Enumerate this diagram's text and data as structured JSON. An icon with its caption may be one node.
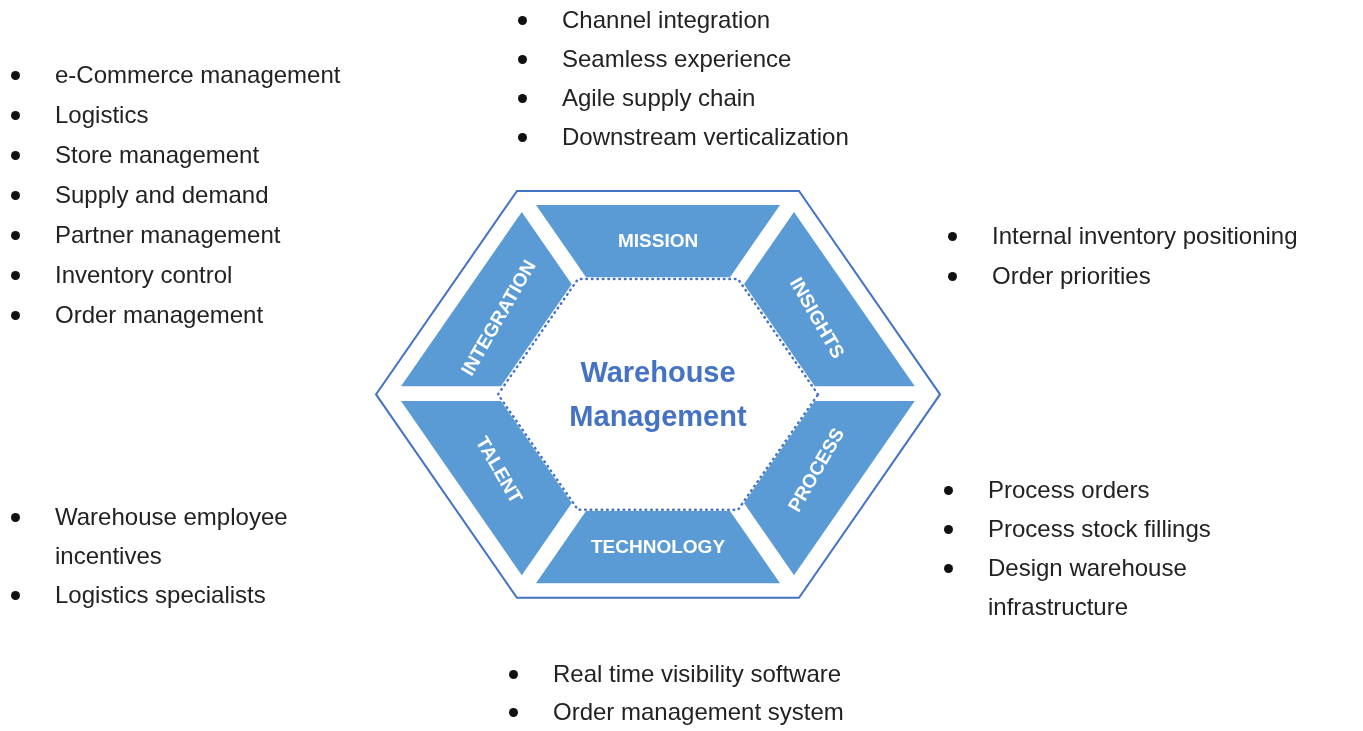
{
  "diagram": {
    "nodes": [
      {
        "text": [],
        "shape": "hexagon"
      },
      {
        "text": [
          "MISSION"
        ],
        "in": 0,
        "beside": [
          "Channel integration",
          "Seamless experience",
          "Agile supply chain",
          "Downstream verticalization"
        ]
      },
      {
        "text": [
          "INTEGRATION"
        ],
        "in": 0,
        "beside": [
          "e-Commerce management",
          "Logistics",
          "Store management",
          "Supply and demand",
          "Partner management",
          "Inventory control",
          "Order management"
        ]
      },
      {
        "text": [
          "INSIGHTS"
        ],
        "in": 0,
        "beside": [
          "Internal inventory positioning",
          "Order priorities"
        ]
      },
      {
        "text": [
          "Warehouse Management"
        ],
        "in": 0
      },
      {
        "text": [
          "TALENT"
        ],
        "in": 0,
        "beside": [
          "Warehouse employee incentives",
          "Logistics specialists"
        ]
      },
      {
        "text": [
          "PROCESS"
        ],
        "in": 0,
        "beside": [
          "Process orders",
          "Process stock fillings",
          "Design warehouse infrastructure"
        ]
      },
      {
        "text": [
          "TECHNOLOGY"
        ],
        "in": 0,
        "beside": [
          "Real time visibility software",
          "Order management system"
        ]
      }
    ]
  }
}
